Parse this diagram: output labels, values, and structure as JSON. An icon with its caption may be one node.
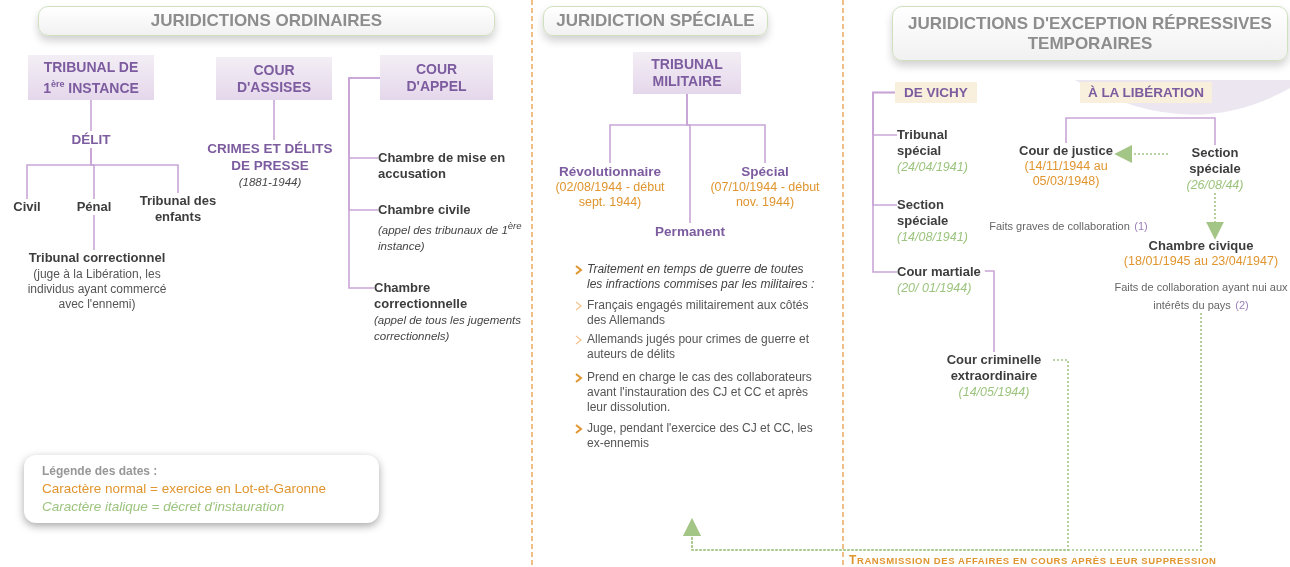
{
  "diagram": {
    "nodes": [
      {
        "text": [
          "JURIDICTIONS ORDINAIRES"
        ]
      },
      {
        "text": [
          "JURIDICTION SPÉCIALE"
        ]
      },
      {
        "text": [
          "JURIDICTIONS D'EXCEPTION RÉPRESSIVES TEMPORAIRES"
        ]
      },
      {
        "text": [
          "TRIBUNAL DE 1$^{ère}$ INSTANCE"
        ]
      },
      {
        "text": [
          "DÉLIT"
        ]
      },
      {
        "text": [
          "Civil"
        ]
      },
      {
        "text": [
          "Pénal"
        ]
      },
      {
        "text": [
          "Tribunal des enfants"
        ]
      },
      {
        "text": [
          "Tribunal correctionnel",
          "(juge à la Libération, les individus ayant commercé avec l'ennemi)"
        ]
      },
      {
        "text": [
          "COUR D'ASSISES"
        ]
      },
      {
        "text": [
          "CRIMES ET DÉLITS DE PRESSE",
          "(1881-1944)"
        ]
      },
      {
        "text": [
          "COUR D'APPEL"
        ]
      },
      {
        "text": [
          "Chambre de mise en accusation"
        ]
      },
      {
        "text": [
          "Chambre civile",
          "(appel des tribunaux de 1$^{ère}$ instance)"
        ]
      },
      {
        "text": [
          "Chambre correctionnelle",
          "(appel de tous les jugements correctionnels)"
        ]
      },
      {
        "text": [
          "TRIBUNAL MILITAIRE"
        ]
      },
      {
        "text": [
          "Révolutionnaire",
          "(02/08/1944 - début sept. 1944)"
        ]
      },
      {
        "text": [
          "Spécial",
          "(07/10/1944 - début nov. 1944)"
        ]
      },
      {
        "text": [
          "Permanent"
        ]
      },
      {
        "text": [
          "Traitement en temps de guerre de toutes les infractions commises par les militaires :",
          "Français engagés militairement aux côtés des Allemands",
          "Allemands jugés pour crimes de guerre et auteurs de délits",
          "Prend en charge le cas des collaborateurs avant l'instauration des CJ et CC et après leur dissolution.",
          "Juge, pendant l'exercice des CJ et CC, les ex-ennemis"
        ]
      },
      {
        "text": [
          "DE VICHY"
        ]
      },
      {
        "text": [
          "À LA LIBÉRATION"
        ]
      },
      {
        "text": [
          "Tribunal spécial",
          "(24/04/1941)"
        ]
      },
      {
        "text": [
          "Section spéciale",
          "(14/08/1941)"
        ]
      },
      {
        "text": [
          "Cour martiale",
          "(20/ 01/1944)"
        ]
      },
      {
        "text": [
          "Cour criminelle extraordinaire",
          "(14/05/1944)"
        ]
      },
      {
        "text": [
          "Cour de justice",
          "(14/11/1944 au 05/03/1948)"
        ],
        "beside": [
          "Faits graves de collaboration",
          "(1)"
        ]
      },
      {
        "text": [
          "Section spéciale",
          "(26/08/44)"
        ]
      },
      {
        "text": [
          "Chambre civique",
          "(18/01/1945 au 23/04/1947)"
        ],
        "beside": [
          "Faits de collaboration ayant nui aux intérêts du pays",
          "(2)"
        ]
      }
    ],
    "edges": [
      {
        "from": 3,
        "to": 4,
        "arrow": "none"
      },
      {
        "from": 4,
        "to": 5,
        "arrow": "none"
      },
      {
        "from": 4,
        "to": 6,
        "arrow": "none"
      },
      {
        "from": 4,
        "to": 7,
        "arrow": "none"
      },
      {
        "from": 6,
        "to": 8,
        "arrow": "none"
      },
      {
        "from": 9,
        "to": 10,
        "arrow": "none"
      },
      {
        "from": 11,
        "to": 12,
        "arrow": "none"
      },
      {
        "from": 11,
        "to": 13,
        "arrow": "none"
      },
      {
        "from": 11,
        "to": 14,
        "arrow": "none"
      },
      {
        "from": 15,
        "to": 16,
        "arrow": "none"
      },
      {
        "from": 15,
        "to": 17,
        "arrow": "none"
      },
      {
        "from": 15,
        "to": 18,
        "arrow": "none"
      },
      {
        "from": 20,
        "to": 22,
        "arrow": "none"
      },
      {
        "from": 20,
        "to": 23,
        "arrow": "none"
      },
      {
        "from": 20,
        "to": 24,
        "arrow": "none"
      },
      {
        "from": 24,
        "to": 25,
        "arrow": "none"
      },
      {
        "from": 26,
        "to": 27,
        "arrow": "none"
      },
      {
        "from": 27,
        "to": 26,
        "arrow": "to",
        "style": "dashed",
        "color": "#a3c585"
      },
      {
        "from": 27,
        "to": 28,
        "arrow": "to",
        "style": "dashed",
        "color": "#a3c585"
      },
      {
        "from": 25,
        "to": 19,
        "arrow": "to",
        "style": "dashed",
        "color": "#a3c585"
      },
      {
        "from": 28,
        "to": 19,
        "arrow": "to",
        "style": "dashed",
        "color": "#a3c585"
      }
    ],
    "labels": [
      "Légende des dates :",
      "TRANSMISSION DES AFFAIRES EN COURS APRÈS LEUR SUPPRESSION"
    ],
    "legend": [
      {
        "text": "Caractère normal = exercice en Lot-et-Garonne",
        "color": "#e0952f"
      },
      {
        "text": "Caractère italique = décret d'instauration",
        "color": "#9cc47e"
      }
    ]
  }
}
